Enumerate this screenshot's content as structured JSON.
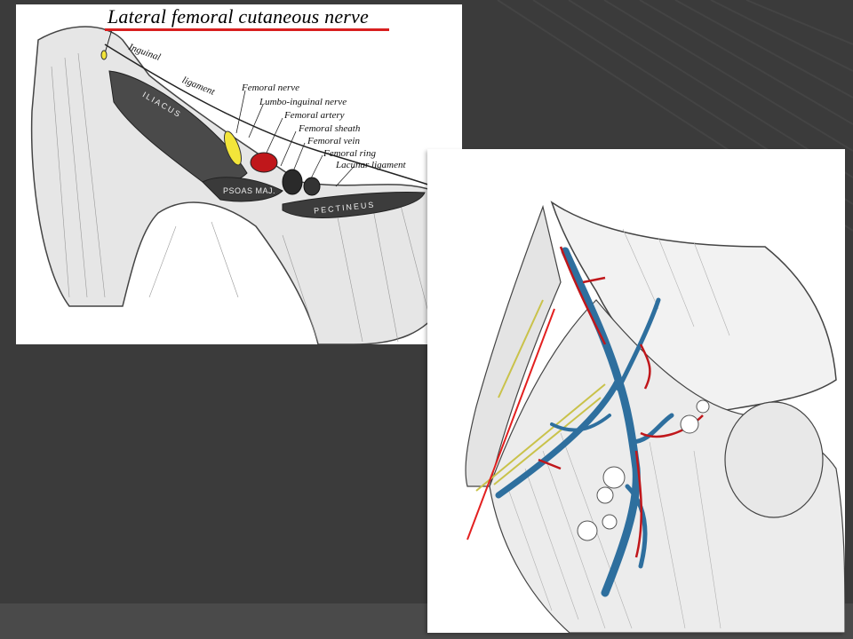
{
  "diagram_top": {
    "title": "Lateral femoral cutaneous nerve",
    "labels": {
      "inguinal": "Inguinal",
      "ligament": "ligament",
      "femoral_nerve": "Femoral nerve",
      "lumbo_inguinal_nerve": "Lumbo-inguinal nerve",
      "femoral_artery": "Femoral artery",
      "femoral_sheath": "Femoral sheath",
      "femoral_vein": "Femoral vein",
      "femoral_ring": "Femoral ring",
      "lacunar_ligament": "Lacunar ligament",
      "iliacus": "ILIACUS",
      "psoas_maj": "PSOAS MAJ.",
      "pectineus": "PECTINEUS"
    },
    "colors": {
      "title_underline": "#d81f1f",
      "nerve_highlight": "#f3e53a",
      "artery_highlight": "#c0171b"
    }
  },
  "diagram_bottom": {
    "colors": {
      "vein": "#2e6f9e",
      "artery": "#c0171b",
      "nerve_lines": "#c9c24a",
      "pointer_line": "#e32020"
    }
  }
}
